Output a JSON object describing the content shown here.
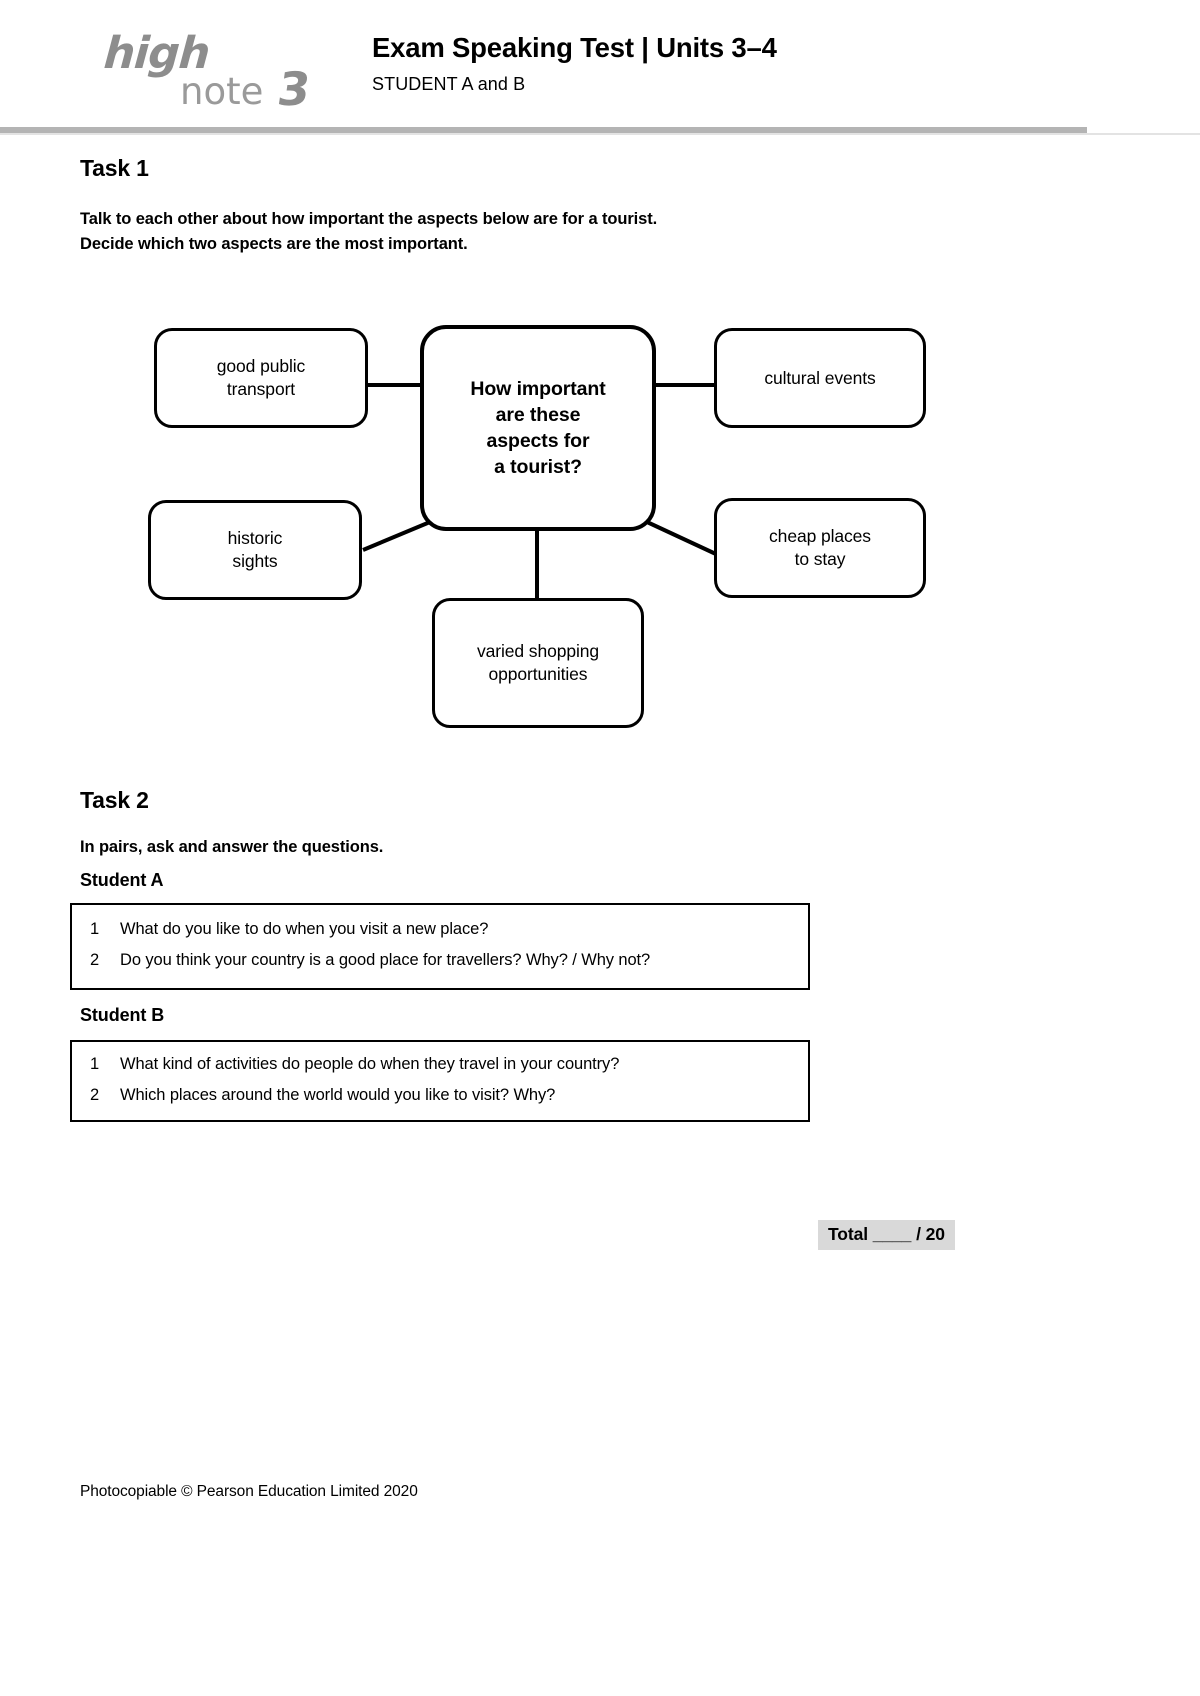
{
  "header": {
    "logo": {
      "word1": "high",
      "word2": "note",
      "level": "3"
    },
    "title": "Exam Speaking Test | Units 3–4",
    "subtitle": "STUDENT A and B"
  },
  "task1": {
    "heading": "Task 1",
    "instruction_line1": "Talk to each other about how important the aspects below are for a tourist.",
    "instruction_line2": "Decide which two aspects are the most important.",
    "mindmap": {
      "center": "How important are these aspects for a tourist?",
      "center_lines": [
        "How important",
        "are these",
        "aspects for",
        "a tourist?"
      ],
      "nodes": [
        {
          "id": "good-public-transport",
          "lines": [
            "good public",
            "transport"
          ]
        },
        {
          "id": "cultural-events",
          "lines": [
            "cultural events"
          ]
        },
        {
          "id": "historic-sights",
          "lines": [
            "historic",
            "sights"
          ]
        },
        {
          "id": "cheap-places-to-stay",
          "lines": [
            "cheap places",
            "to stay"
          ]
        },
        {
          "id": "varied-shopping-opportunities",
          "lines": [
            "varied shopping",
            "opportunities"
          ]
        }
      ]
    }
  },
  "task2": {
    "heading": "Task 2",
    "instruction": "In pairs, ask and answer the questions.",
    "student_a": {
      "label": "Student A",
      "questions": [
        {
          "num": "1",
          "text": "What do you like to do when you visit a new place?"
        },
        {
          "num": "2",
          "text": "Do you think your country is a good place for travellers? Why? / Why not?"
        }
      ]
    },
    "student_b": {
      "label": "Student B",
      "questions": [
        {
          "num": "1",
          "text": "What kind of activities do people do when they travel in your country?"
        },
        {
          "num": "2",
          "text": "Which places around the world would you like to visit? Why?"
        }
      ]
    }
  },
  "total": {
    "label": "Total",
    "blank": "____",
    "max": "/ 20"
  },
  "footer": {
    "text": "Photocopiable © Pearson Education Limited 2020"
  },
  "colors": {
    "logo_grey": "#8d8d8d",
    "rule_grey": "#b4b4b4",
    "total_bg": "#d9d9d9",
    "ink": "#000000"
  }
}
